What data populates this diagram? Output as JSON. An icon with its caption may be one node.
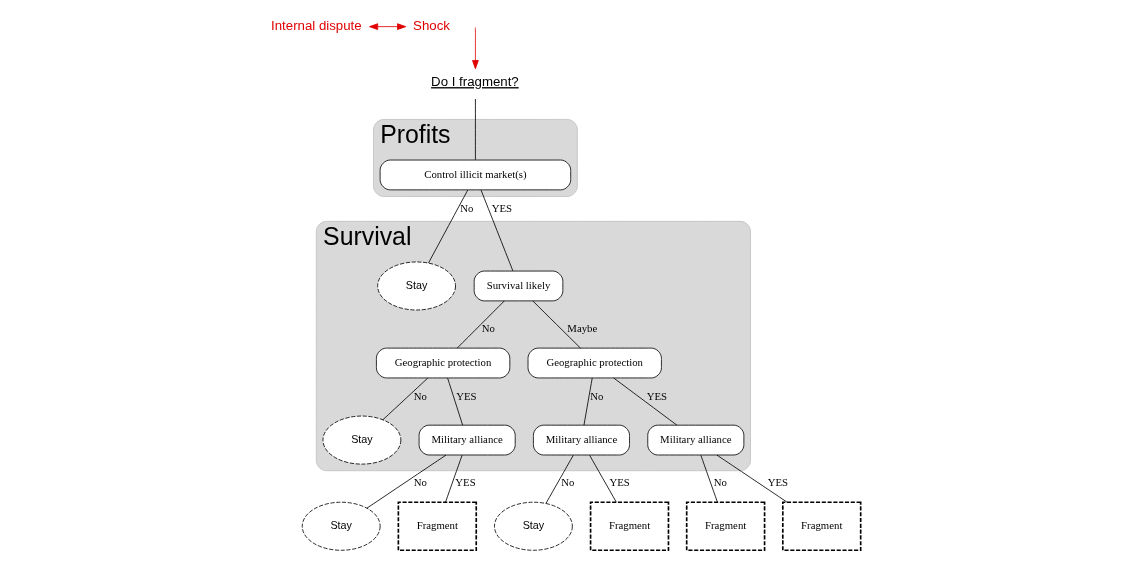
{
  "diagram": {
    "nodes": [
      {
        "text": [
          "Internal dispute"
        ]
      },
      {
        "text": [
          "Shock"
        ]
      },
      {
        "text": [
          "Do I fragment?"
        ]
      },
      {
        "text": [
          "Profits"
        ]
      },
      {
        "text": [
          "Control illicit market(s)"
        ],
        "in": 3
      },
      {
        "text": [
          "Survival"
        ]
      },
      {
        "text": [
          "Stay"
        ],
        "in": 5
      },
      {
        "text": [
          "Survival likely"
        ],
        "in": 5
      },
      {
        "text": [
          "Geographic protection"
        ],
        "in": 5
      },
      {
        "text": [
          "Geographic protection"
        ],
        "in": 5
      },
      {
        "text": [
          "Stay"
        ],
        "in": 5
      },
      {
        "text": [
          "Military alliance"
        ],
        "in": 5
      },
      {
        "text": [
          "Military alliance"
        ],
        "in": 5
      },
      {
        "text": [
          "Military alliance"
        ],
        "in": 5
      },
      {
        "text": [
          "Stay"
        ]
      },
      {
        "text": [
          "Fragment"
        ]
      },
      {
        "text": [
          "Stay"
        ]
      },
      {
        "text": [
          "Fragment"
        ]
      },
      {
        "text": [
          "Fragment"
        ]
      },
      {
        "text": [
          "Fragment"
        ]
      }
    ],
    "edges": [
      {
        "from": 0,
        "to": 1,
        "arrow": "both",
        "color": "#e00000"
      },
      {
        "from": null,
        "to": 2,
        "arrow": "to",
        "color": "#e00000"
      },
      {
        "from": 2,
        "to": 4,
        "arrow": "none"
      },
      {
        "from": 4,
        "to": 6,
        "arrow": "none",
        "label": "No"
      },
      {
        "from": 4,
        "to": 7,
        "arrow": "none",
        "label": "YES"
      },
      {
        "from": 7,
        "to": 8,
        "arrow": "none",
        "label": "No"
      },
      {
        "from": 7,
        "to": 9,
        "arrow": "none",
        "label": "Maybe"
      },
      {
        "from": 8,
        "to": 10,
        "arrow": "none",
        "label": "No"
      },
      {
        "from": 8,
        "to": 11,
        "arrow": "none",
        "label": "YES"
      },
      {
        "from": 9,
        "to": 12,
        "arrow": "none",
        "label": "No"
      },
      {
        "from": 9,
        "to": 13,
        "arrow": "none",
        "label": "YES"
      },
      {
        "from": 11,
        "to": 14,
        "arrow": "none",
        "label": "No"
      },
      {
        "from": 11,
        "to": 15,
        "arrow": "none",
        "label": "YES"
      },
      {
        "from": 12,
        "to": 16,
        "arrow": "none",
        "label": "No"
      },
      {
        "from": 12,
        "to": 17,
        "arrow": "none",
        "label": "YES"
      },
      {
        "from": 13,
        "to": 18,
        "arrow": "none",
        "label": "No"
      },
      {
        "from": 13,
        "to": 19,
        "arrow": "none",
        "label": "YES"
      }
    ]
  }
}
